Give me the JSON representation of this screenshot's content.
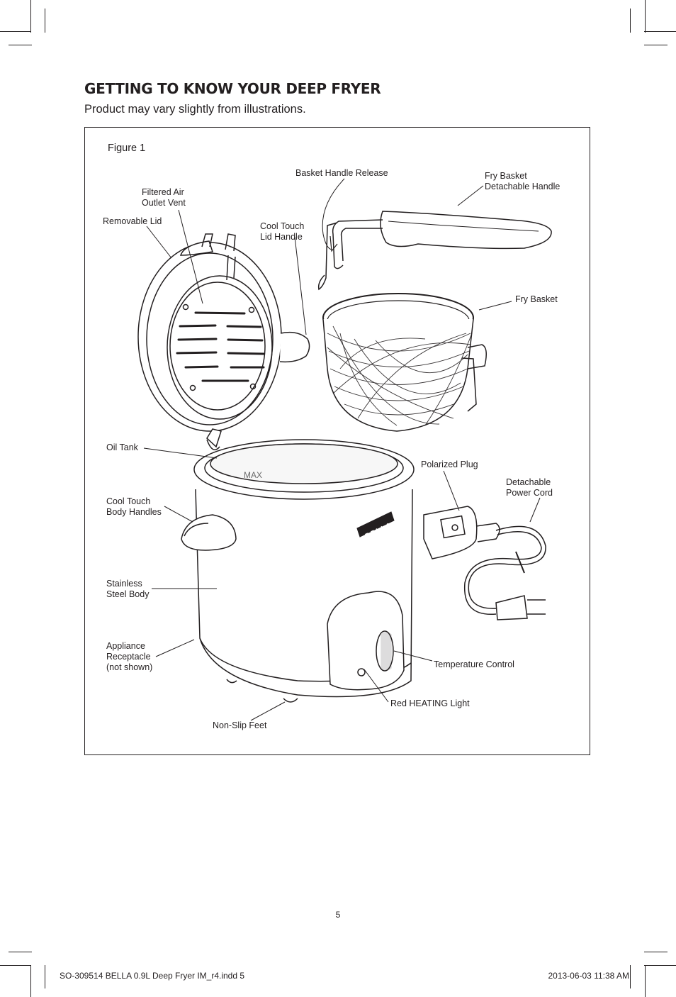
{
  "heading": {
    "title": "GETTING TO KNOW YOUR DEEP FRYER",
    "subtitle": "Product may vary slightly from illustrations."
  },
  "figure": {
    "caption": "Figure 1",
    "brand_mark": "BELLA",
    "max_mark": "MAX",
    "labels": {
      "basket_handle_release": "Basket Handle Release",
      "fry_basket_handle": [
        "Fry Basket",
        "Detachable Handle"
      ],
      "filtered_vent": [
        "Filtered Air",
        "Outlet Vent"
      ],
      "removable_lid": "Removable Lid",
      "cool_touch_lid_handle": [
        "Cool Touch",
        "Lid Handle"
      ],
      "fry_basket": "Fry Basket",
      "oil_tank": "Oil Tank",
      "polarized_plug": "Polarized Plug",
      "power_cord": [
        "Detachable",
        "Power Cord"
      ],
      "body_handles": [
        "Cool Touch",
        "Body Handles"
      ],
      "steel_body": [
        "Stainless",
        "Steel Body"
      ],
      "receptacle": [
        "Appliance",
        "Receptacle",
        "(not shown)"
      ],
      "temperature_control": "Temperature Control",
      "heating_light": "Red HEATING Light",
      "non_slip_feet": "Non-Slip Feet"
    }
  },
  "footer": {
    "page_number": "5",
    "file_slug": "SO-309514 BELLA 0.9L Deep Fryer IM_r4.indd   5",
    "timestamp": "2013-06-03   11:38 AM"
  }
}
